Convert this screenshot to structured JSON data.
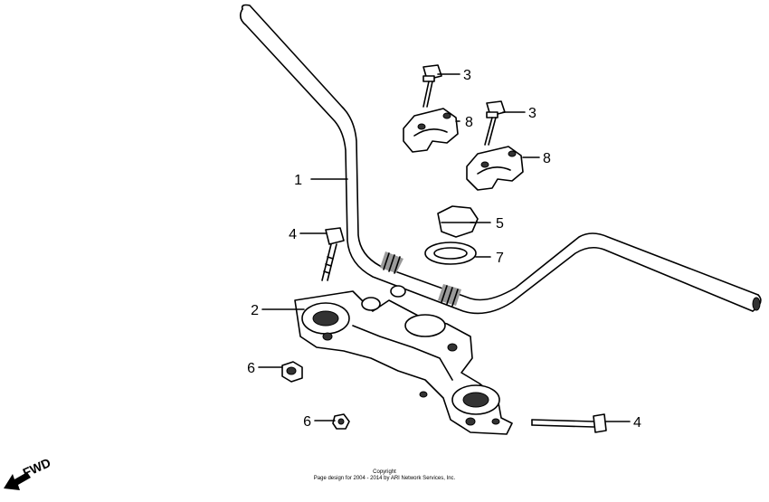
{
  "callouts": [
    {
      "id": "1",
      "label": "1"
    },
    {
      "id": "2",
      "label": "2"
    },
    {
      "id": "3a",
      "label": "3"
    },
    {
      "id": "3b",
      "label": "3"
    },
    {
      "id": "4a",
      "label": "4"
    },
    {
      "id": "4b",
      "label": "4"
    },
    {
      "id": "5",
      "label": "5"
    },
    {
      "id": "6a",
      "label": "6"
    },
    {
      "id": "6b",
      "label": "6"
    },
    {
      "id": "7",
      "label": "7"
    },
    {
      "id": "8a",
      "label": "8"
    },
    {
      "id": "8b",
      "label": "8"
    }
  ],
  "direction": {
    "label": "FWD"
  },
  "footer": {
    "line1": "Copyright",
    "line2": "Page design for 2004 - 2014 by ARI Network Services, Inc."
  }
}
